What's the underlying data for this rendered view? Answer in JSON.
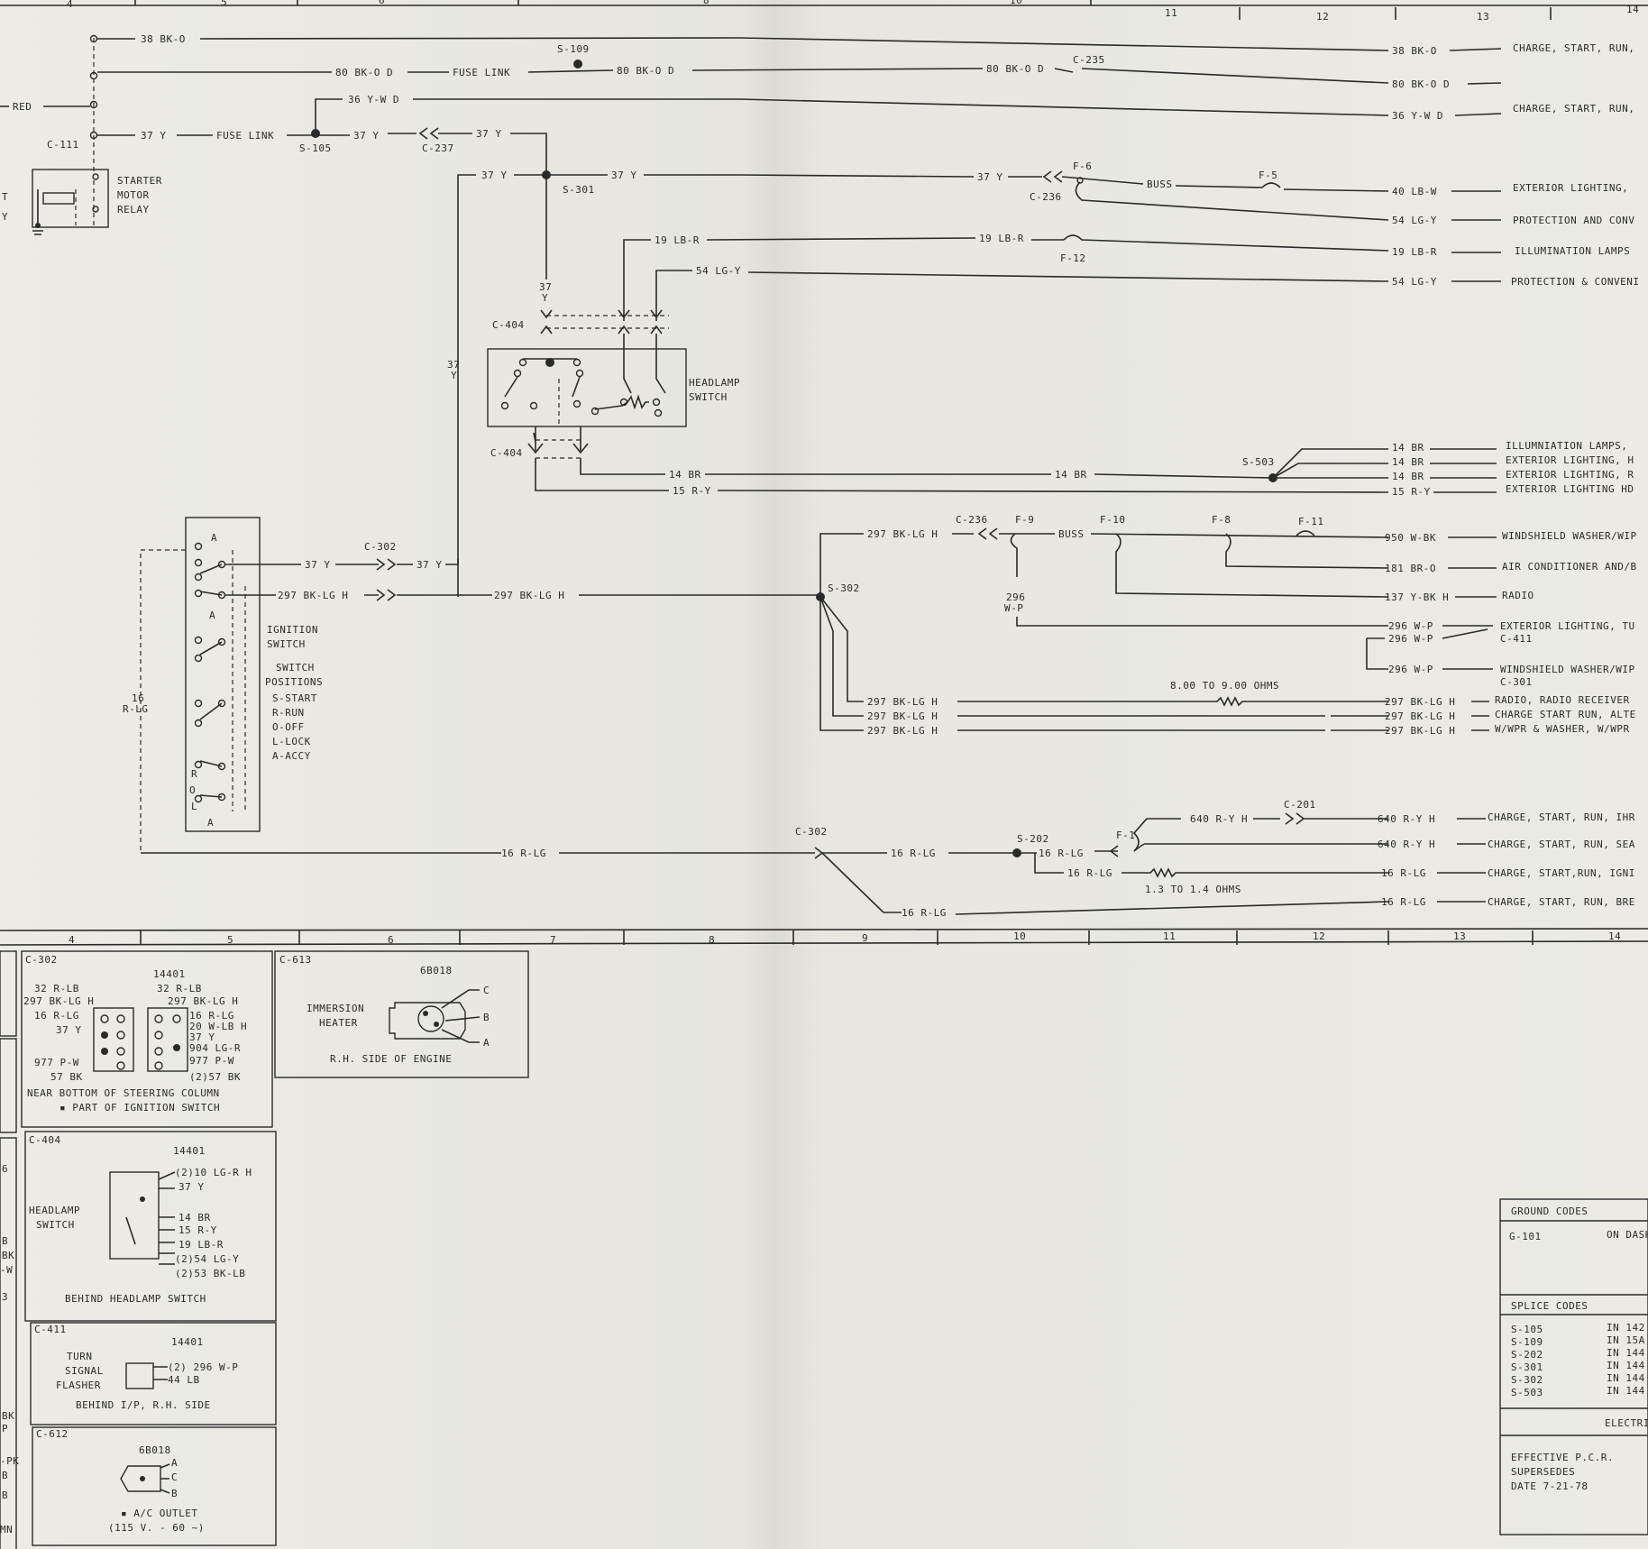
{
  "grid_top": {
    "cols": [
      "4",
      "5",
      "6",
      "8",
      "10",
      "11",
      "12",
      "13",
      "14"
    ]
  },
  "grid_mid": {
    "cols": [
      "4",
      "5",
      "6",
      "7",
      "8",
      "9",
      "10",
      "11",
      "12",
      "13",
      "14"
    ]
  },
  "wires": {
    "w38bk": "38 BK-O",
    "w80bk_d": "80 BK-O D",
    "fuse_link": "FUSE LINK",
    "s109": "S-109",
    "w80bk_d2": "80 BK-O D",
    "w80bk_d3": "80 BK-O D",
    "c235": "C-235",
    "w38bk_r": "38 BK-O",
    "w80bk_r": "80 BK-O D",
    "red": "RED",
    "w36yw": "36 Y-W D",
    "w36yw_r": "36 Y-W D",
    "c111": "C-111",
    "w37y_a": "37 Y",
    "fuse_link2": "FUSE LINK",
    "s105": "S-105",
    "w37y_b": "37 Y",
    "c237": "C-237",
    "w37y_c": "37 Y",
    "w37y_d": "37 Y",
    "w37y_e": "37 Y",
    "s301": "S-301",
    "w37y_f": "37 Y",
    "f6": "F-6",
    "c236": "C-236",
    "buss": "BUSS",
    "f5": "F-5",
    "w40lbw": "40 LB-W",
    "w54lgy": "54 LG-Y",
    "w19lbr": "19 LB-R",
    "w19lbr_b": "19 LB-R",
    "f12": "F-12",
    "w19lbr_r": "19 LB-R",
    "w54lgy_b": "54 LG-Y",
    "w54lgy_r": "54 LG-Y",
    "w37y_v": "37",
    "w37y_v2": "Y",
    "w37y_v3": "37",
    "w37y_v4": "Y",
    "c404": "C-404",
    "c404b": "C-404",
    "w14br": "14 BR",
    "w15ry": "15 R-Y",
    "w14br_b": "14 BR",
    "s503": "S-503",
    "w14br_r1": "14 BR",
    "w14br_r2": "14 BR",
    "w14br_r3": "14 BR",
    "w15ry_r": "15 R-Y",
    "w37y_g": "37 Y",
    "c302": "C-302",
    "w37y_h": "37 Y",
    "w297_a": "297 BK-LG H",
    "w297_b": "297 BK-LG H",
    "s302": "S-302",
    "w297_c": "297 BK-LG H",
    "c236b": "C-236",
    "f9": "F-9",
    "buss2": "BUSS",
    "f10": "F-10",
    "f8": "F-8",
    "f11": "F-11",
    "w950": "950 W-BK",
    "w181": "181 BR-O",
    "w137": "137 Y-BK H",
    "w296v": "296",
    "w296v2": "W-P",
    "w296_1": "296 W-P",
    "w296_2": "296 W-P",
    "c411": "C-411",
    "w296_3": "296 W-P",
    "c301": "C-301",
    "ohms1": "8.00 TO 9.00 OHMS",
    "w297_d": "297 BK-LG H",
    "w297_e": "297 BK-LG H",
    "w297_f": "297 BK-LG H",
    "w297_r1": "297 BK-LG H",
    "w297_r2": "297 BK-LG H",
    "w297_r3": "297 BK-LG H",
    "w16rlg_v": "16",
    "w16rlg_v2": "R-LG",
    "w16rlg_a": "16 R-LG",
    "c302b": "C-302",
    "w16rlg_b": "16 R-LG",
    "s202": "S-202",
    "w16rlg_c": "16 R-LG",
    "f1": "F-1",
    "w640a": "640 R-Y H",
    "c201": "C-201",
    "w640r1": "640 R-Y H",
    "w640r2": "640 R-Y H",
    "w16rlg_d": "16 R-LG",
    "ohms2": "1.3 TO 1.4 OHMS",
    "w16rlg_r1": "16 R-LG",
    "w16rlg_e": "16 R-LG",
    "w16rlg_r2": "16 R-LG"
  },
  "components": {
    "starter_relay": [
      "STARTER",
      "MOTOR",
      "RELAY"
    ],
    "headlamp_switch": [
      "HEADLAMP",
      "SWITCH"
    ],
    "ignition_switch": [
      "IGNITION",
      "SWITCH"
    ],
    "switch_positions": [
      "SWITCH",
      "POSITIONS",
      "S-START",
      "R-RUN",
      "O-OFF",
      "L-LOCK",
      "A-ACCY"
    ],
    "ign_letters": [
      "A",
      "A",
      "R",
      "O",
      "L",
      "A"
    ]
  },
  "destinations": [
    "CHARGE, START, RUN,",
    "CHARGE, START, RUN,",
    "EXTERIOR LIGHTING,",
    "PROTECTION AND CONV",
    "ILLUMINATION LAMPS",
    "PROTECTION & CONVENI",
    "ILLUMNIATION LAMPS,",
    "EXTERIOR LIGHTING, H",
    "EXTERIOR LIGHTING, R",
    "EXTERIOR LIGHTING HD",
    "WINDSHIELD WASHER/WIP",
    "AIR CONDITIONER AND/B",
    "RADIO",
    "EXTERIOR LIGHTING, TU",
    "WINDSHIELD WASHER/WIP",
    "RADIO, RADIO RECEIVER",
    "CHARGE START RUN, ALTE",
    "W/WPR & WASHER, W/WPR",
    "CHARGE, START, RUN, IHR",
    "CHARGE, START, RUN, SEA",
    "CHARGE, START,RUN, IGNI",
    "CHARGE, START, RUN, BRE"
  ],
  "connectors": {
    "c302": {
      "id": "C-302",
      "part": "14401",
      "left": [
        "32 R-LB",
        "297 BK-LG H",
        "16 R-LG",
        "37 Y",
        "977 P-W",
        "57 BK"
      ],
      "right": [
        "32 R-LB",
        "297 BK-LG H",
        "16 R-LG",
        "20 W-LB H",
        "37 Y",
        "904 LG-R",
        "977 P-W",
        "(2)57 BK"
      ],
      "note1": "NEAR BOTTOM OF STEERING COLUMN",
      "note2": "▪ PART OF IGNITION SWITCH"
    },
    "c613": {
      "id": "C-613",
      "part": "6B018",
      "label1": "IMMERSION",
      "label2": "HEATER",
      "pins": [
        "C",
        "B",
        "A"
      ],
      "note": "R.H. SIDE OF ENGINE"
    },
    "c404": {
      "id": "C-404",
      "part": "14401",
      "label1": "HEADLAMP",
      "label2": "SWITCH",
      "pins": [
        "(2)10 LG-R H",
        "37 Y",
        "14 BR",
        "15 R-Y",
        "19 LB-R",
        "(2)54 LG-Y",
        "(2)53 BK-LB"
      ],
      "note": "BEHIND HEADLAMP SWITCH"
    },
    "c411": {
      "id": "C-411",
      "part": "14401",
      "label1": "TURN",
      "label2": "SIGNAL",
      "label3": "FLASHER",
      "pins": [
        "(2) 296 W-P",
        "44 LB"
      ],
      "note": "BEHIND I/P, R.H. SIDE"
    },
    "c612": {
      "id": "C-612",
      "part": "6B018",
      "pins": [
        "A",
        "C",
        "B"
      ],
      "note1": "▪ A/C OUTLET",
      "note2": "(115 V. - 60 ~)"
    }
  },
  "left_edge": [
    "T",
    "Y",
    "B",
    "BK",
    "-W",
    "BK",
    "P",
    "-PK",
    "B",
    "B",
    "MN",
    "6",
    "3"
  ],
  "codes": {
    "ground_title": "GROUND CODES",
    "ground": [
      {
        "code": "G-101",
        "loc": "ON DASH"
      }
    ],
    "splice_title": "SPLICE CODES",
    "splice": [
      {
        "code": "S-105",
        "loc": "IN 142"
      },
      {
        "code": "S-109",
        "loc": "IN 15A"
      },
      {
        "code": "S-202",
        "loc": "IN 144"
      },
      {
        "code": "S-301",
        "loc": "IN 144"
      },
      {
        "code": "S-302",
        "loc": "IN 144"
      },
      {
        "code": "S-503",
        "loc": "IN 144"
      }
    ],
    "elec": "ELECTRI",
    "eff1": "EFFECTIVE P.C.R.",
    "eff2": "SUPERSEDES",
    "eff3": "DATE 7-21-78"
  }
}
